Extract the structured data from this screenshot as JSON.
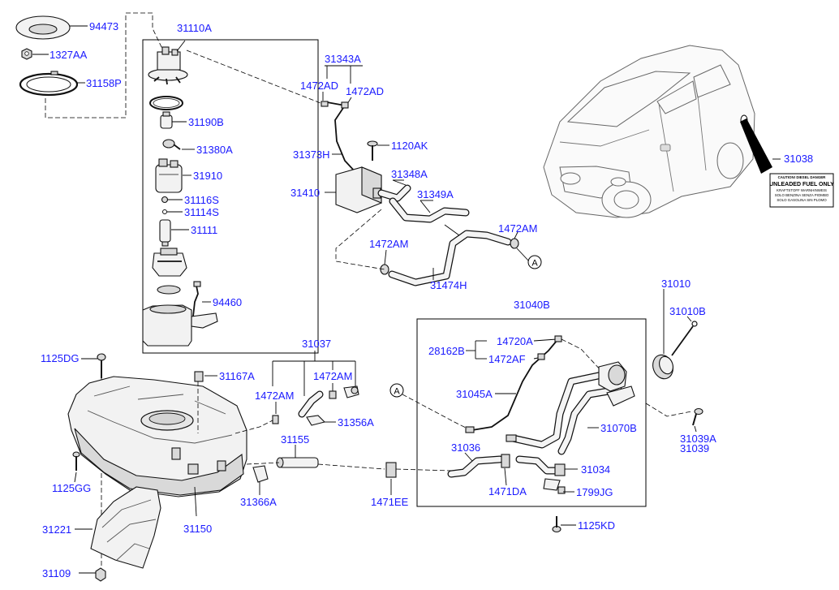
{
  "diagram": {
    "labels": {
      "p94473": "94473",
      "p1327AA": "1327AA",
      "p31158P": "31158P",
      "p31110A": "31110A",
      "p31190B": "31190B",
      "p31380A": "31380A",
      "p31910": "31910",
      "p31116S": "31116S",
      "p31114S": "31114S",
      "p31111": "31111",
      "p94460": "94460",
      "p31343A": "31343A",
      "p1472AD_a": "1472AD",
      "p1472AD_b": "1472AD",
      "p31373H": "31373H",
      "p1120AK": "1120AK",
      "p31348A": "31348A",
      "p31410": "31410",
      "p31349A": "31349A",
      "p1472AM_a": "1472AM",
      "p1472AM_b": "1472AM",
      "p31474H": "31474H",
      "p31038": "31038",
      "p31010": "31010",
      "p31010B": "31010B",
      "p31040B": "31040B",
      "p14720A": "14720A",
      "p28162B": "28162B",
      "p1472AF": "1472AF",
      "p31045A": "31045A",
      "p31070B": "31070B",
      "p31039A": "31039A",
      "p31039": "31039",
      "p31036": "31036",
      "p31034": "31034",
      "p1471DA": "1471DA",
      "p1799JG": "1799JG",
      "p1125KD": "1125KD",
      "p1471EE": "1471EE",
      "p31037": "31037",
      "p1472AM_c": "1472AM",
      "p1472AM_d": "1472AM",
      "p31356A": "31356A",
      "p31167A": "31167A",
      "p1125DG": "1125DG",
      "p31155": "31155",
      "p31366A": "31366A",
      "p31150": "31150",
      "p1125GG": "1125GG",
      "p31221": "31221",
      "p31109": "31109"
    },
    "callouts": {
      "a1": "A",
      "a2": "A"
    },
    "fuel_label_lines": [
      "CAUTION! DIESEL DANGER",
      "UNLEADED FUEL ONLY",
      "KRAFTSTOFF WARNHINWEIS",
      "SOLO BENZINA SENZA PIOMBO",
      "SOLO GASOLINA SIN PLOMO"
    ]
  },
  "colors": {
    "label": "#1a1aff",
    "line": "#000000"
  }
}
